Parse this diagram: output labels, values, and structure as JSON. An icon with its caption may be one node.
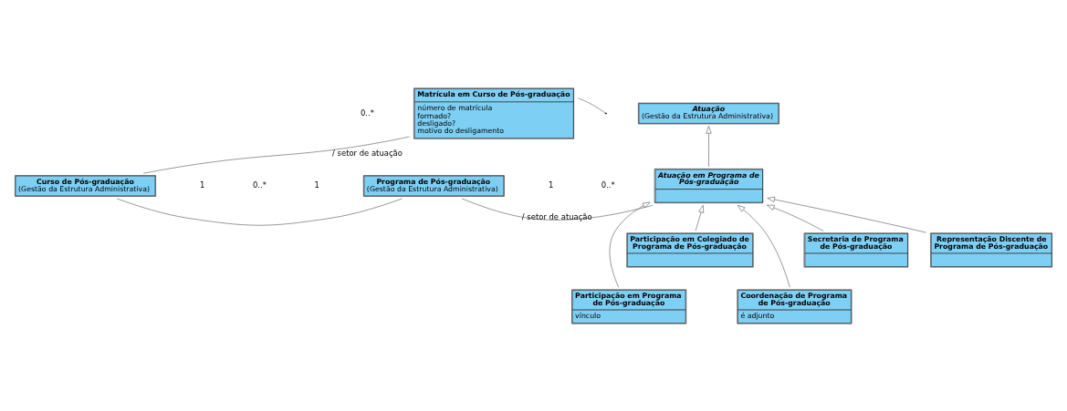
{
  "diagram": {
    "nodes": [
      {
        "text": [
          "Matrícula em Curso de Pós-graduação",
          "número de matrícula",
          "formado?",
          "desligado?",
          "motivo do desligamento"
        ]
      },
      {
        "text": [
          "Atuação",
          "(Gestão da Estrutura Administrativa)"
        ]
      },
      {
        "text": [
          "Curso de Pós-graduação",
          "(Gestão da Estrutura Administrativa)"
        ]
      },
      {
        "text": [
          "Programa de Pós-graduação",
          "(Gestão da Estrutura Administrativa)"
        ]
      },
      {
        "text": [
          "Atuação em Programa de Pós-graduação"
        ]
      },
      {
        "text": [
          "Participação em Colegiado de Programa de Pós-graduação"
        ]
      },
      {
        "text": [
          "Secretaria de Programa de Pós-graduação"
        ]
      },
      {
        "text": [
          "Representação Discente de Programa de Pós-graduação"
        ]
      },
      {
        "text": [
          "Participação em Programa de Pós-graduação",
          "vínculo"
        ]
      },
      {
        "text": [
          "Coordenação de Programa de Pós-graduação",
          "é adjunto"
        ]
      }
    ],
    "edges": [
      {
        "from": 0,
        "to": 2,
        "arrow": "none",
        "label": "/ setor de atuação"
      },
      {
        "from": 2,
        "to": 3,
        "arrow": "none"
      },
      {
        "from": 3,
        "to": 4,
        "arrow": "none",
        "label": "/ setor de atuação"
      },
      {
        "from": 0,
        "to": null,
        "arrow": "none"
      },
      {
        "from": 4,
        "to": 1,
        "arrow": "to"
      },
      {
        "from": 5,
        "to": 4,
        "arrow": "to"
      },
      {
        "from": 6,
        "to": 4,
        "arrow": "to"
      },
      {
        "from": 7,
        "to": 4,
        "arrow": "to"
      },
      {
        "from": 8,
        "to": 4,
        "arrow": "to"
      },
      {
        "from": 9,
        "to": 4,
        "arrow": "to"
      }
    ],
    "labels": [
      "0..*",
      "1",
      "0..*",
      "1",
      "1",
      "0..*"
    ]
  }
}
